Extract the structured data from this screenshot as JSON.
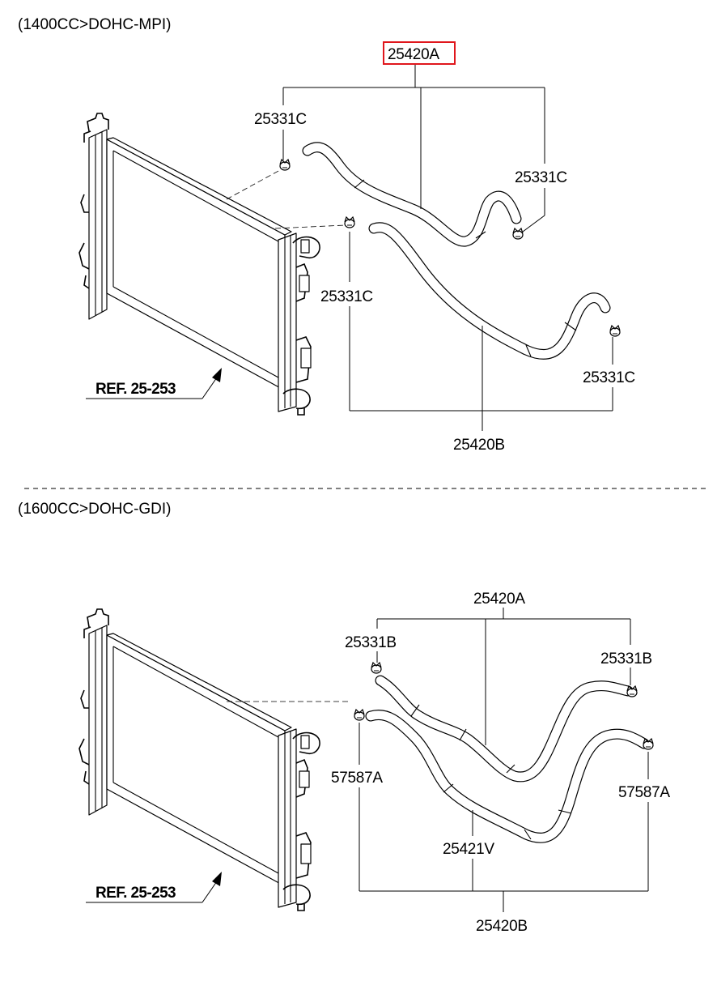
{
  "sections": [
    {
      "header": "(1400CC>DOHC-MPI)",
      "labels": {
        "hose_assembly": "25420A",
        "clamp_top": "25331C",
        "clamp_right": "25331C",
        "clamp_mid": "25331C",
        "clamp_lower_right": "25331C",
        "hose_lower": "25420B",
        "reference": "REF. 25-253"
      },
      "highlight_color": "#e0161c"
    },
    {
      "header": "(1600CC>DOHC-GDI)",
      "labels": {
        "hose_assembly": "25420A",
        "clamp_left": "25331B",
        "clamp_right": "25331B",
        "clamp_b_left": "57587A",
        "clamp_b_right": "57587A",
        "hose_mid": "25421V",
        "hose_lower": "25420B",
        "reference": "REF. 25-253"
      }
    }
  ]
}
